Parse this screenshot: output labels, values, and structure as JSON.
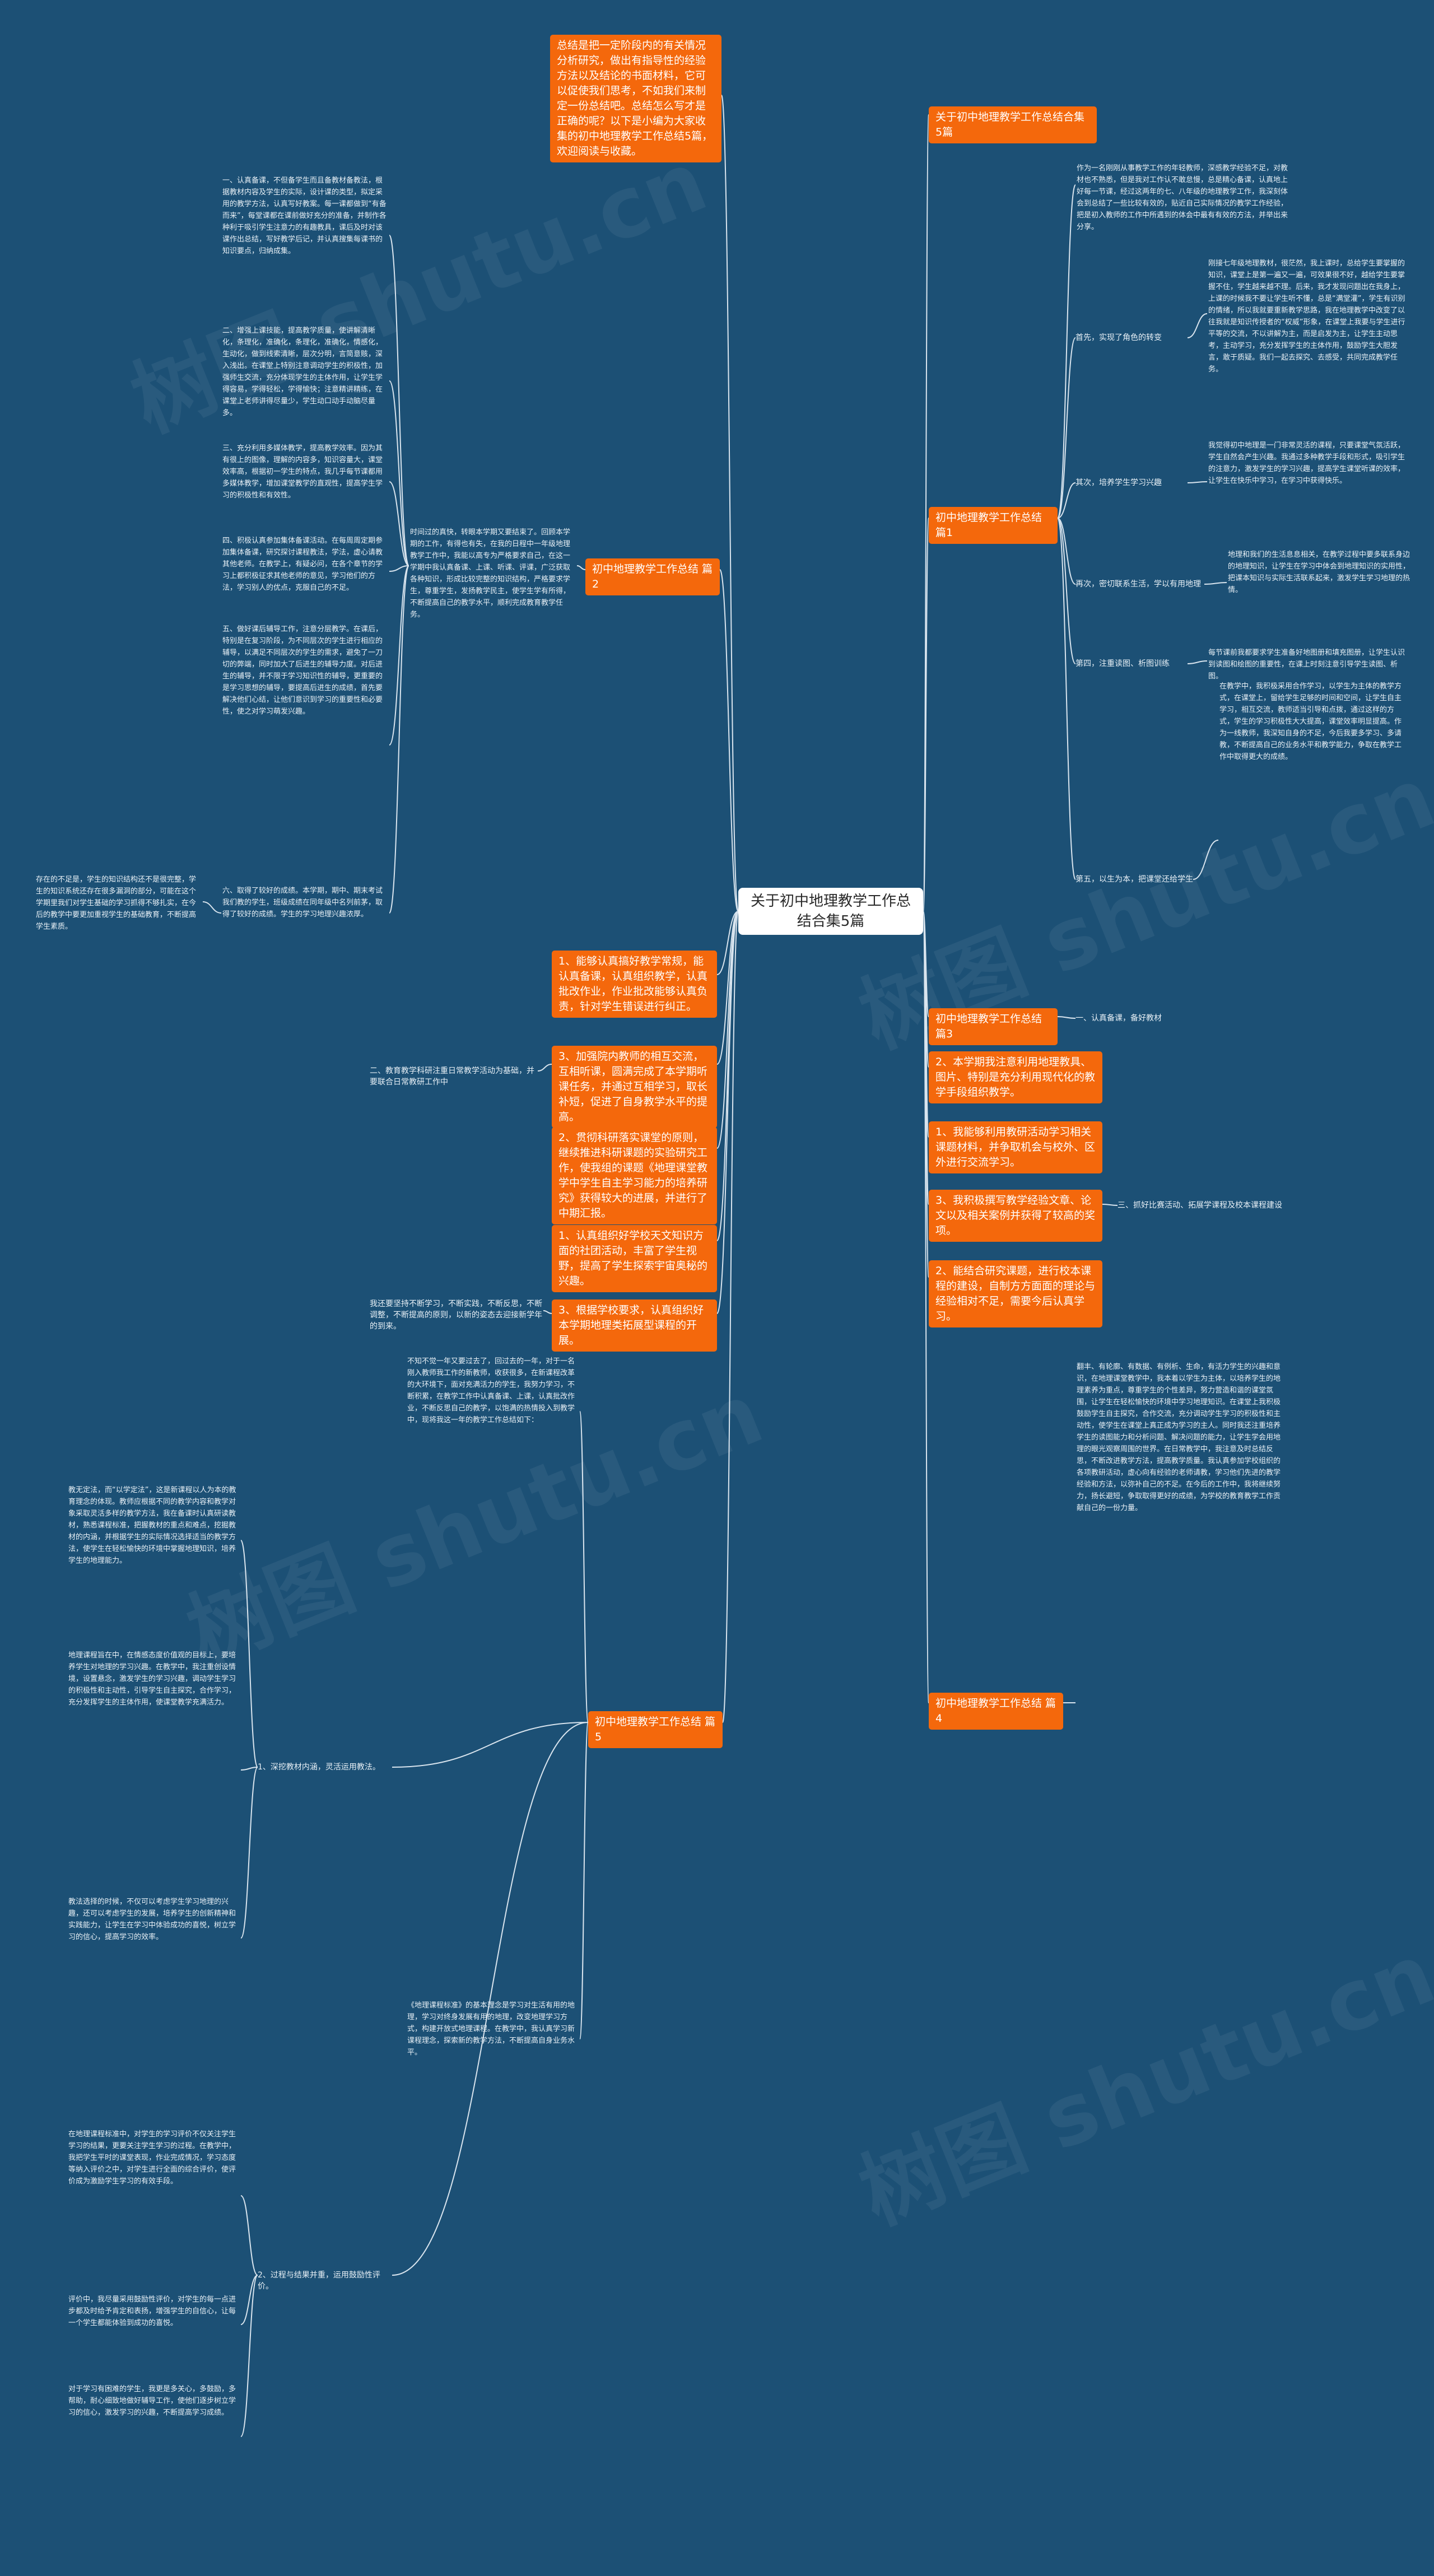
{
  "root": "关于初中地理教学工作总结合集5篇",
  "intro": "总结是把一定阶段内的有关情况分析研究，做出有指导性的经验方法以及结论的书面材料，它可以促使我们思考，不如我们来制定一份总结吧。总结怎么写才是正确的呢？以下是小编为大家收集的初中地理教学工作总结5篇，欢迎阅读与收藏。",
  "right": {
    "heading": "关于初中地理教学工作总结合集5篇",
    "p1": {
      "title": "初中地理教学工作总结 篇1",
      "intro": "作为一名刚刚从事教学工作的年轻教师，深感教学经验不足，对教材也不熟悉，但是我对工作认不敢怠慢，总是精心备课，认真地上好每一节课，经过这两年的七、八年级的地理教学工作，我深刻体会到总结了一些比较有效的，贴近自己实际情况的教学工作经验，把是初入教师的工作中所遇到的体会中最有有效的方法，并举出来分享。",
      "items": [
        {
          "label": "首先，实现了角色的转变",
          "text": "刚接七年级地理教材，很茫然，我上课时，总给学生要掌握的知识，课堂上是第一遍又一遍，可效果很不好，越给学生要掌握不住，学生越来越不理。后来，我才发现问题出在我身上，上课的时候我不要让学生听不懂，总是“满堂灌”，学生有识别的情绪，所以我就要重新教学思路，我在地理教学中改变了以往我就是知识传授者的“权威”形象，在课堂上我要与学生进行平等的交流，不以讲解为主，而是启发为主，让学生主动思考，主动学习，充分发挥学生的主体作用，鼓励学生大胆发言，敢于质疑。我们一起去探究、去感受，共同完成教学任务。"
        },
        {
          "label": "其次，培养学生学习兴趣",
          "text": "我觉得初中地理是一门非常灵活的课程，只要课堂气氛活跃，学生自然会产生兴趣。我通过多种教学手段和形式，吸引学生的注意力，激发学生的学习兴趣，提高学生课堂听课的效率，让学生在快乐中学习，在学习中获得快乐。"
        },
        {
          "label": "再次，密切联系生活，学以有用地理",
          "text": "地理和我们的生活息息相关，在教学过程中要多联系身边的地理知识，让学生在学习中体会到地理知识的实用性，把课本知识与实际生活联系起来，激发学生学习地理的热情。"
        },
        {
          "label": "第四，注重读图、析图训练",
          "text": "每节课前我都要求学生准备好地图册和填充图册，让学生认识到读图和绘图的重要性，在课上时刻注意引导学生读图、析图。"
        },
        {
          "label": "第五，以生为本，把课堂还给学生",
          "text": "在教学中，我积极采用合作学习，以学生为主体的教学方式，在课堂上，留给学生足够的时间和空间，让学生自主学习，相互交流，教师适当引导和点拨，通过这样的方式，学生的学习积极性大大提高，课堂效率明显提高。作为一线教师，我深知自身的不足，今后我要多学习、多请教，不断提高自己的业务水平和教学能力，争取在教学工作中取得更大的成绩。"
        }
      ]
    },
    "p3": {
      "title": "初中地理教学工作总结 篇3",
      "text": "一、认真备课，备好教材"
    },
    "right_items": [
      {
        "label": "2、本学期我注意利用地理教具、图片、特别是充分利用现代化的教学手段组织教学。",
        "text": ""
      },
      {
        "label": "1、我能够利用教研活动学习相关课题材料，并争取机会与校外、区外进行交流学习。",
        "text": ""
      },
      {
        "label": "3、我积极撰写教学经验文章、论文以及相关案例并获得了较高的奖项。",
        "text": "三、抓好比赛活动、拓展学课程及校本课程建设"
      },
      {
        "label": "2、能结合研究课题，进行校本课程的建设，自制方方面面的理论与经验相对不足，需要今后认真学习。",
        "text": ""
      }
    ],
    "p4": {
      "title": "初中地理教学工作总结 篇4",
      "text": "翻丰、有轮廓、有数据、有例析、生命，有活力学生的兴趣和意识，在地理课堂教学中，我本着以学生为主体，以培养学生的地理素养为重点，尊重学生的个性差异，努力营造和谐的课堂氛围，让学生在轻松愉快的环境中学习地理知识。在课堂上我积极鼓励学生自主探究，合作交流，充分调动学生学习的积极性和主动性，使学生在课堂上真正成为学习的主人。同时我还注重培养学生的读图能力和分析问题、解决问题的能力，让学生学会用地理的眼光观察周围的世界。在日常教学中，我注意及时总结反思，不断改进教学方法，提高教学质量。我认真参加学校组织的各项教研活动，虚心向有经验的老师请教，学习他们先进的教学经验和方法，以弥补自己的不足。在今后的工作中，我将继续努力，扬长避短，争取取得更好的成绩，为学校的教育教学工作贡献自己的一份力量。"
    }
  },
  "left": {
    "p2": {
      "title": "初中地理教学工作总结 篇2",
      "intro": "时间过的真快，转眼本学期又要结束了。回顾本学期的工作，有得也有失，在我的日程中一年级地理教学工作中，我能以高专为严格要求自己，在这一学期中我认真备课、上课、听课、评课，广泛获取各种知识，形成比较完整的知识结构，严格要求学生，尊重学生，发扬教学民主，使学生学有所得，不断提高自己的教学水平，顺利完成教育教学任务。",
      "items": [
        "一、认真备课，不但备学生而且备教材备教法，根据教材内容及学生的实际，设计课的类型，拟定采用的教学方法，认真写好教案。每一课都做到“有备而来”，每堂课都在课前做好充分的准备，并制作各种利于吸引学生注意力的有趣教具，课后及时对该课作出总结，写好教学后记，并认真搜集每课书的知识要点，归纳成集。",
        "二、增强上课技能，提高教学质量，使讲解清晰化，条理化，准确化，条理化，准确化，情感化，生动化，做到线索清晰，层次分明，言简意赅，深入浅出。在课堂上特别注意调动学生的积极性，加强师生交流，充分体现学生的主体作用，让学生学得容易，学得轻松，学得愉快；注意精讲精练，在课堂上老师讲得尽量少，学生动口动手动脑尽量多。",
        "三、充分利用多媒体教学，提高教学效率。因为其有很上的图像，理解的内容多，知识容量大，课堂效率高，根据初一学生的特点，我几乎每节课都用多媒体教学，增加课堂教学的直观性，提高学生学习的积极性和有效性。",
        "四、积极认真参加集体备课活动。在每周周定期参加集体备课，研究探讨课程教法，学法，虚心请教其他老师。在教学上，有疑必问，在各个章节的学习上都积极征求其他老师的意见，学习他们的方法，学习别人的优点，克服自己的不足。",
        "五、做好课后辅导工作，注意分层教学。在课后，特别是在复习阶段，为不同层次的学生进行相应的辅导，以满足不同层次的学生的需求，避免了一刀切的弊端，同时加大了后进生的辅导力度。对后进生的辅导，并不限于学习知识性的辅导，更重要的是学习思想的辅导，要提高后进生的成绩，首先要解决他们心结，让他们意识到学习的重要性和必要性，使之对学习萌发兴趣。",
        "六、取得了较好的成绩。本学期，期中、期末考试我们教的学生，班级成绩在同年级中名列前茅，取得了较好的成绩。学生的学习地理兴趣浓厚。"
      ],
      "side_note": "存在的不足是，学生的知识结构还不是很完整，学生的知识系统还存在很多漏洞的部分，可能在这个学期里我们对学生基础的学习抓得不够扎实，在今后的教学中要更加重视学生的基础教育，不断提高学生素质。"
    },
    "orange_items": [
      "1、能够认真搞好教学常规，能认真备课，认真组织教学，认真批改作业，作业批改能够认真负责，针对学生错误进行纠正。",
      "3、加强院内教师的相互交流，互相听课，圆满完成了本学期听课任务，并通过互相学习，取长补短，促进了自身教学水平的提高。",
      "2、贯彻科研落实课堂的原则，继续推进科研课题的实验研究工作，使我组的课题《地理课堂教学中学生自主学习能力的培养研究》获得较大的进展，并进行了中期汇报。",
      "1、认真组织好学校天文知识方面的社团活动，丰富了学生视野，提高了学生探索宇宙奥秘的兴趣。",
      "3、根据学校要求，认真组织好本学期地理类拓展型课程的开展。"
    ],
    "orange_notes": [
      "二、教育教学科研注重日常教学活动为基础，并要联合日常教研工作中",
      "我还要坚持不断学习，不断实践，不断反思，不断调整，不断提高的原则，以新的姿态去迎接新学年的到来。"
    ],
    "p5": {
      "title": "初中地理教学工作总结 篇5",
      "intro": "不知不觉一年又要过去了，回过去的一年，对于一名刚入教师我工作的新教师，收获很多，在新课程改革的大环境下，面对充满活力的学生，我努力学习，不断积累，在教学工作中认真备课、上课，认真批改作业，不断反思自己的教学，以饱满的热情投入到教学中，现将我这一年的教学工作总结如下：",
      "items": [
        {
          "label": "1、深挖教材内涵，灵活运用教法。",
          "texts": [
            "教无定法，而“以学定法”，这是新课程以人为本的教育理念的体现。教师应根据不同的教学内容和教学对象采取灵活多样的教学方法，我在备课时认真研读教材，熟悉课程标准，把握教材的重点和难点，挖掘教材的内涵，并根据学生的实际情况选择适当的教学方法，使学生在轻松愉快的环境中掌握地理知识，培养学生的地理能力。",
            "地理课程旨在中，在情感态度价值观的目标上，要培养学生对地理的学习兴趣。在教学中，我注重创设情境，设置悬念，激发学生的学习兴趣，调动学生学习的积极性和主动性，引导学生自主探究，合作学习，充分发挥学生的主体作用，使课堂教学充满活力。",
            "教法选择的时候，不仅可以考虑学生学习地理的兴趣，还可以考虑学生的发展，培养学生的创新精神和实践能力，让学生在学习中体验成功的喜悦，树立学习的信心，提高学习的效率。"
          ]
        },
        {
          "label": "2、过程与结果并重，运用鼓励性评价。",
          "texts": [
            "在地理课程标准中，对学生的学习评价不仅关注学生学习的结果，更要关注学生学习的过程。在教学中，我把学生平时的课堂表现，作业完成情况，学习态度等纳入评价之中，对学生进行全面的综合评价，使评价成为激励学生学习的有效手段。",
            "评价中，我尽量采用鼓励性评价，对学生的每一点进步都及时给予肯定和表扬，增强学生的自信心，让每一个学生都能体验到成功的喜悦。",
            "对于学习有困难的学生，我更是多关心，多鼓励，多帮助，耐心细致地做好辅导工作，使他们逐步树立学习的信心，激发学习的兴趣，不断提高学习成绩。"
          ]
        }
      ],
      "note": "《地理课程标准》的基本理念是学习对生活有用的地理，学习对终身发展有用的地理，改变地理学习方式，构建开放式地理课程。在教学中，我认真学习新课程理念，探索新的教学方法，不断提高自身业务水平。"
    }
  }
}
